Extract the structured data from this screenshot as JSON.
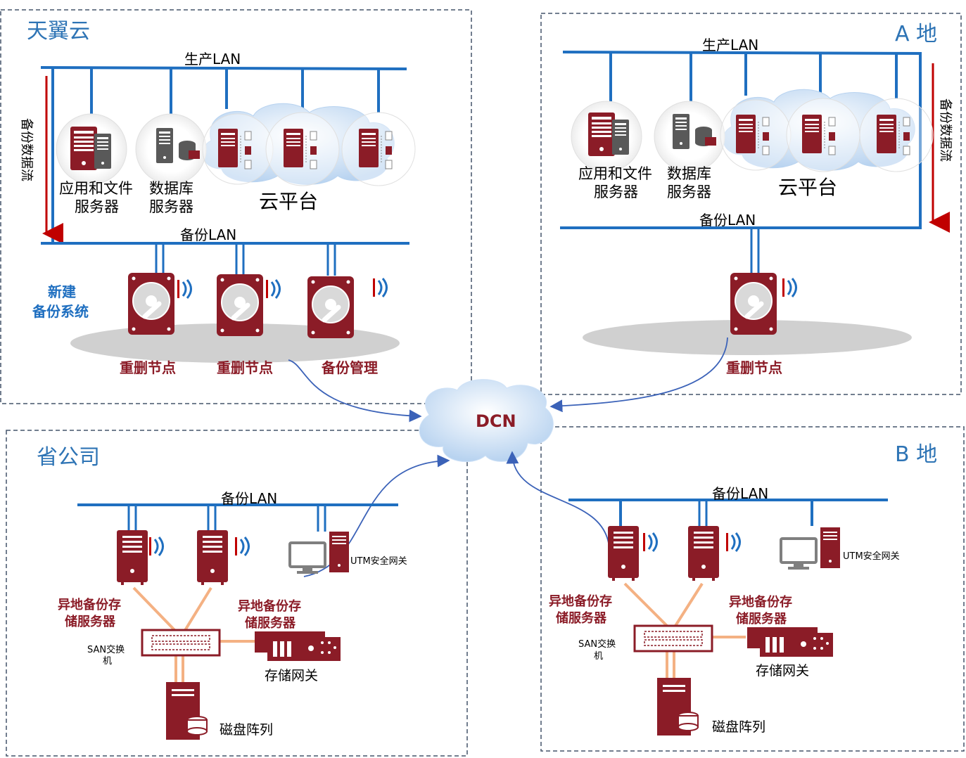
{
  "regions": {
    "tianyi": "天翼云",
    "a": "A 地",
    "province": "省公司",
    "b": "B 地"
  },
  "labels": {
    "prod_lan": "生产LAN",
    "backup_lan": "备份LAN",
    "app_file_1": "应用和文件",
    "app_file_2": "服务器",
    "db_1": "数据库",
    "db_2": "服务器",
    "cloud": "云平台",
    "backup_flow": "备份数据流",
    "new_backup_1": "新建",
    "new_backup_2": "备份系统",
    "dedup": "重删节点",
    "backup_mgmt": "备份管理",
    "dcn": "DCN",
    "remote_1": "异地备份存",
    "remote_2": "储服务器",
    "san_1": "SAN交换",
    "san_2": "机",
    "utm": "UTM安全网关",
    "storage_gw": "存储网关",
    "disk_array": "磁盘阵列"
  },
  "colors": {
    "lan": "#1f6fc0",
    "server": "#8b1c27",
    "link": "#f4b183",
    "border": "#44546a",
    "cloud": "#cfe2f7"
  }
}
